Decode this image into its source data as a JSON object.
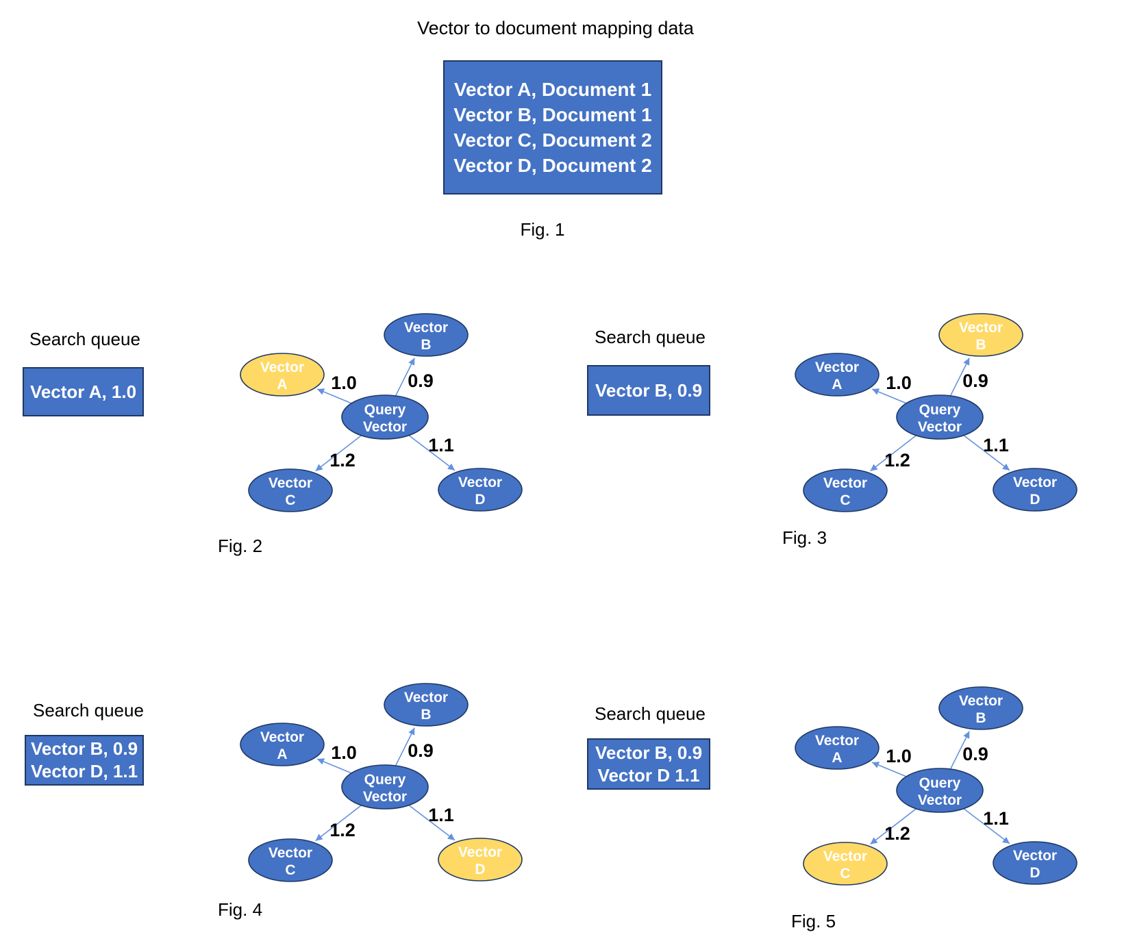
{
  "colors": {
    "shape_blue": "#4472C4",
    "shape_yellow": "#FFD966",
    "shape_border": "#1F3864",
    "arrow_blue": "#6592DD",
    "text_white": "#FFFFFF",
    "text_black": "#000000"
  },
  "fig1": {
    "title": "Vector to document mapping data",
    "mapping_lines": [
      "Vector A, Document 1",
      "Vector B, Document 1",
      "Vector C, Document 2",
      "Vector D, Document 2"
    ],
    "caption": "Fig. 1"
  },
  "graph": {
    "center_label_line1": "Query",
    "center_label_line2": "Vector",
    "nodes": [
      {
        "id": "A",
        "line1": "Vector",
        "line2": "A",
        "weight": "1.0"
      },
      {
        "id": "B",
        "line1": "Vector",
        "line2": "B",
        "weight": "0.9"
      },
      {
        "id": "C",
        "line1": "Vector",
        "line2": "C",
        "weight": "1.2"
      },
      {
        "id": "D",
        "line1": "Vector",
        "line2": "D",
        "weight": "1.1"
      }
    ]
  },
  "figures": [
    {
      "caption": "Fig. 2",
      "queue_title": "Search queue",
      "queue_lines": [
        "Vector A, 1.0"
      ],
      "highlighted_node": "A"
    },
    {
      "caption": "Fig. 3",
      "queue_title": "Search queue",
      "queue_lines": [
        "Vector B, 0.9"
      ],
      "highlighted_node": "B"
    },
    {
      "caption": "Fig. 4",
      "queue_title": "Search queue",
      "queue_lines": [
        "Vector B, 0.9",
        "Vector D, 1.1"
      ],
      "highlighted_node": "D"
    },
    {
      "caption": "Fig. 5",
      "queue_title": "Search queue",
      "queue_lines": [
        "Vector B, 0.9",
        "Vector D 1.1"
      ],
      "highlighted_node": "C"
    }
  ]
}
